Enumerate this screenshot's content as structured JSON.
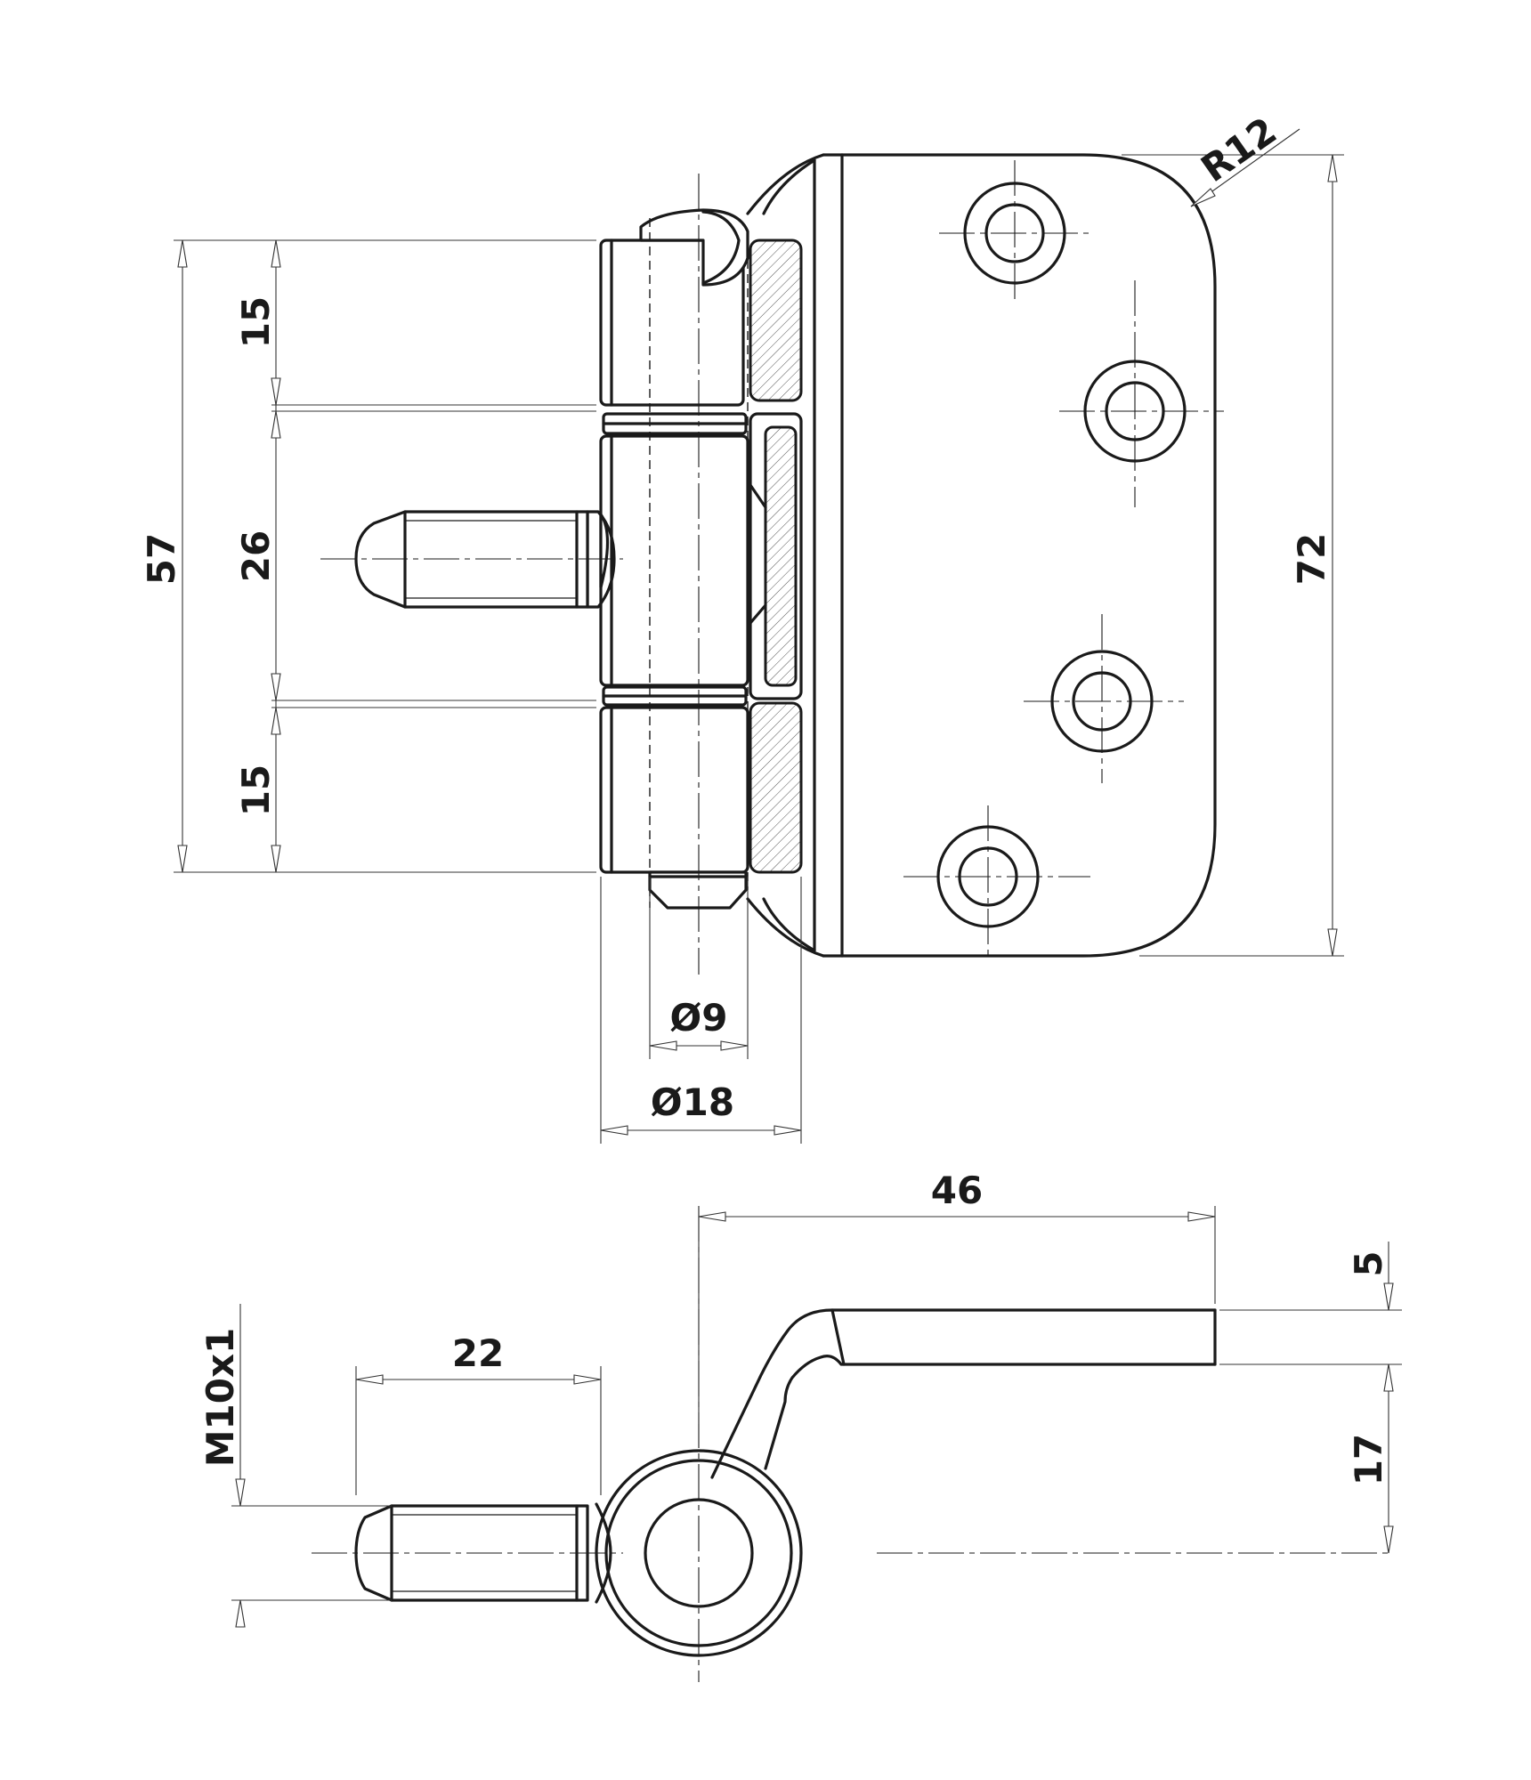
{
  "dimensions": {
    "d57": "57",
    "d15_top": "15",
    "d26": "26",
    "d15_bottom": "15",
    "d72": "72",
    "r12": "R12",
    "dia9": "Ø9",
    "dia18": "Ø18",
    "d46": "46",
    "d5": "5",
    "d17": "17",
    "d22": "22",
    "thread": "M10x1"
  }
}
